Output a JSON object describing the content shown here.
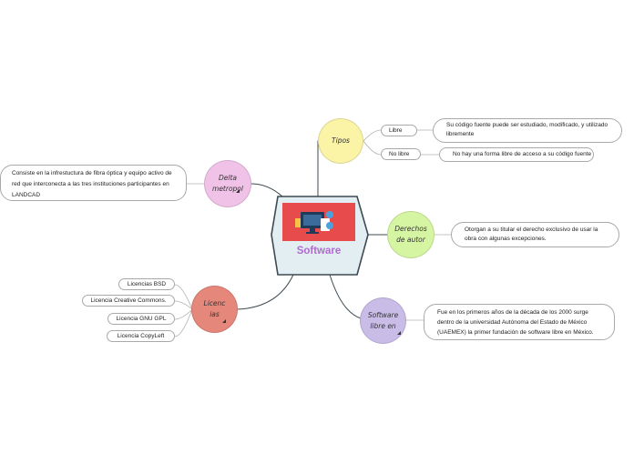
{
  "center": {
    "title": "Software"
  },
  "tipos": {
    "label": "Tipos",
    "items": [
      {
        "label": "Libre",
        "desc": "Su código fuente puede ser estudiado, modificado, y utilizado libremente"
      },
      {
        "label": "No libre",
        "desc": "No hay una forma libre de acceso a su código fuente"
      }
    ]
  },
  "derechos": {
    "label": "Derechos de autor",
    "desc": "Otorgan a su titular el derecho exclusivo de usar la obra con algunas excepciones."
  },
  "software_libre": {
    "label": "Software libre en",
    "desc": "Fue en los primeros años de la década de los 2000 surge dentro de la universidad Autónoma del Estado de México (UAEMEX) la primer fundación de software libre en México."
  },
  "licencias": {
    "label": "Licencias",
    "items": [
      "Licencias BSD",
      "Licencia Creative Commons.",
      "Licencia GNU GPL",
      "Licencia CopyLeft"
    ]
  },
  "delta": {
    "label": "Delta metropol",
    "desc": "Consiste en la infrestuctura de fibra óptica y equipo activo de red que interconecta a las tres instituciones participantes en LANDCAD"
  },
  "colors": {
    "tipos": "#fbf3a6",
    "derechos": "#d6f5a3",
    "software_libre": "#c9bde8",
    "licencias": "#e5877b",
    "delta": "#f0c2e8",
    "center_fill": "#e3eef3",
    "center_border": "#3c4a52",
    "title": "#b06ad0"
  }
}
